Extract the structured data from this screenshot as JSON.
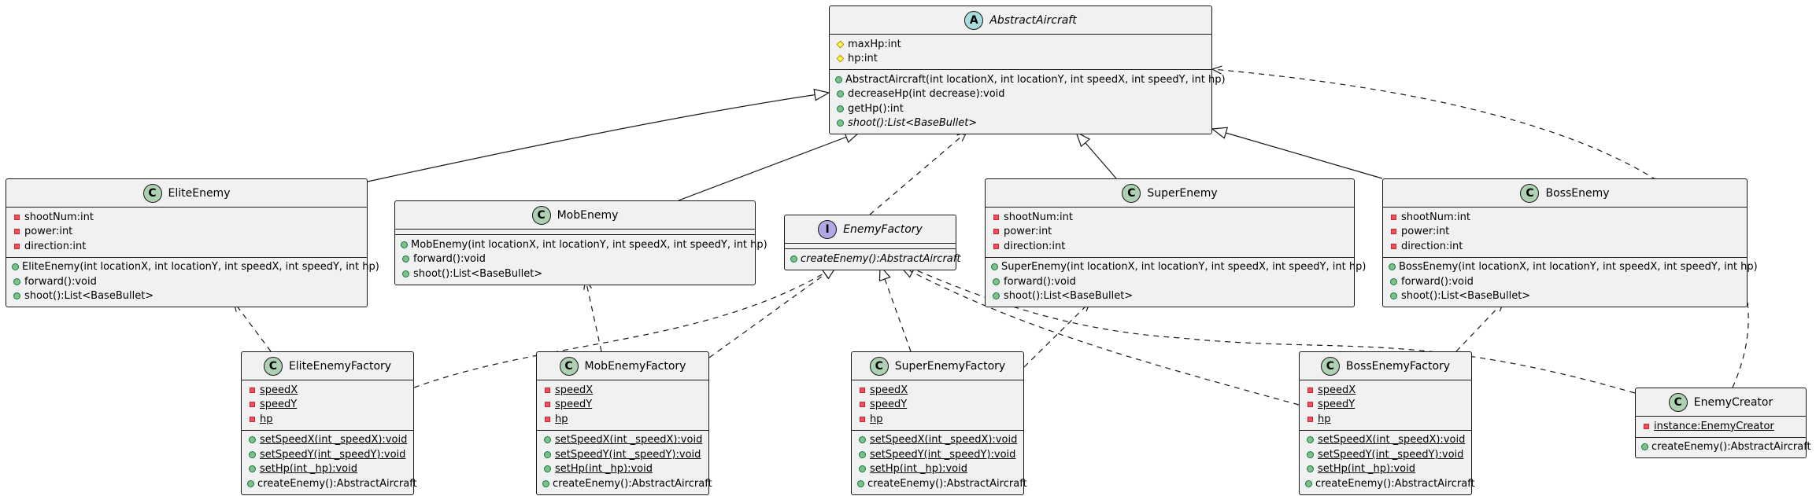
{
  "diagram": {
    "classes": {
      "abstract_aircraft": {
        "name": "AbstractAircraft",
        "kind": "A",
        "fields": [
          {
            "vis": "#",
            "text": "maxHp:int"
          },
          {
            "vis": "#",
            "text": "hp:int"
          }
        ],
        "methods": [
          {
            "vis": "+",
            "text": "AbstractAircraft(int locationX, int locationY, int speedX, int speedY, int hp)"
          },
          {
            "vis": "+",
            "text": "decreaseHp(int decrease):void"
          },
          {
            "vis": "+",
            "text": "getHp():int"
          },
          {
            "vis": "+",
            "text": "shoot():List<BaseBullet>",
            "italic": true
          }
        ]
      },
      "elite_enemy": {
        "name": "EliteEnemy",
        "kind": "C",
        "fields": [
          {
            "vis": "-",
            "text": "shootNum:int"
          },
          {
            "vis": "-",
            "text": "power:int"
          },
          {
            "vis": "-",
            "text": "direction:int"
          }
        ],
        "methods": [
          {
            "vis": "+",
            "text": "EliteEnemy(int locationX, int locationY, int speedX, int speedY, int hp)"
          },
          {
            "vis": "+",
            "text": "forward():void"
          },
          {
            "vis": "+",
            "text": "shoot():List<BaseBullet>"
          }
        ]
      },
      "mob_enemy": {
        "name": "MobEnemy",
        "kind": "C",
        "fields": [],
        "methods": [
          {
            "vis": "+",
            "text": "MobEnemy(int locationX, int locationY, int speedX, int speedY, int hp)"
          },
          {
            "vis": "+",
            "text": "forward():void"
          },
          {
            "vis": "+",
            "text": "shoot():List<BaseBullet>"
          }
        ]
      },
      "enemy_factory": {
        "name": "EnemyFactory",
        "kind": "I",
        "italic": true,
        "fields": [],
        "methods": [
          {
            "vis": "+",
            "text": "createEnemy():AbstractAircraft",
            "italic": true
          }
        ]
      },
      "super_enemy": {
        "name": "SuperEnemy",
        "kind": "C",
        "fields": [
          {
            "vis": "-",
            "text": "shootNum:int"
          },
          {
            "vis": "-",
            "text": "power:int"
          },
          {
            "vis": "-",
            "text": "direction:int"
          }
        ],
        "methods": [
          {
            "vis": "+",
            "text": "SuperEnemy(int locationX, int locationY, int speedX, int speedY, int hp)"
          },
          {
            "vis": "+",
            "text": "forward():void"
          },
          {
            "vis": "+",
            "text": "shoot():List<BaseBullet>"
          }
        ]
      },
      "boss_enemy": {
        "name": "BossEnemy",
        "kind": "C",
        "fields": [
          {
            "vis": "-",
            "text": "shootNum:int"
          },
          {
            "vis": "-",
            "text": "power:int"
          },
          {
            "vis": "-",
            "text": "direction:int"
          }
        ],
        "methods": [
          {
            "vis": "+",
            "text": "BossEnemy(int locationX, int locationY, int speedX, int speedY, int hp)"
          },
          {
            "vis": "+",
            "text": "forward():void"
          },
          {
            "vis": "+",
            "text": "shoot():List<BaseBullet>"
          }
        ]
      },
      "elite_enemy_factory": {
        "name": "EliteEnemyFactory",
        "kind": "C",
        "fields": [
          {
            "vis": "-",
            "text": "speedX",
            "ul": true
          },
          {
            "vis": "-",
            "text": "speedY",
            "ul": true
          },
          {
            "vis": "-",
            "text": "hp",
            "ul": true
          }
        ],
        "methods": [
          {
            "vis": "+",
            "text": "setSpeedX(int _speedX):void",
            "ul": true
          },
          {
            "vis": "+",
            "text": "setSpeedY(int _speedY):void",
            "ul": true
          },
          {
            "vis": "+",
            "text": "setHp(int _hp):void",
            "ul": true
          },
          {
            "vis": "+",
            "text": "createEnemy():AbstractAircraft"
          }
        ]
      },
      "mob_enemy_factory": {
        "name": "MobEnemyFactory",
        "kind": "C",
        "fields": [
          {
            "vis": "-",
            "text": "speedX",
            "ul": true
          },
          {
            "vis": "-",
            "text": "speedY",
            "ul": true
          },
          {
            "vis": "-",
            "text": "hp",
            "ul": true
          }
        ],
        "methods": [
          {
            "vis": "+",
            "text": "setSpeedX(int _speedX):void",
            "ul": true
          },
          {
            "vis": "+",
            "text": "setSpeedY(int _speedY):void",
            "ul": true
          },
          {
            "vis": "+",
            "text": "setHp(int _hp):void",
            "ul": true
          },
          {
            "vis": "+",
            "text": "createEnemy():AbstractAircraft"
          }
        ]
      },
      "super_enemy_factory": {
        "name": "SuperEnemyFactory",
        "kind": "C",
        "fields": [
          {
            "vis": "-",
            "text": "speedX",
            "ul": true
          },
          {
            "vis": "-",
            "text": "speedY",
            "ul": true
          },
          {
            "vis": "-",
            "text": "hp",
            "ul": true
          }
        ],
        "methods": [
          {
            "vis": "+",
            "text": "setSpeedX(int _speedX):void",
            "ul": true
          },
          {
            "vis": "+",
            "text": "setSpeedY(int _speedY):void",
            "ul": true
          },
          {
            "vis": "+",
            "text": "setHp(int _hp):void",
            "ul": true
          },
          {
            "vis": "+",
            "text": "createEnemy():AbstractAircraft"
          }
        ]
      },
      "boss_enemy_factory": {
        "name": "BossEnemyFactory",
        "kind": "C",
        "fields": [
          {
            "vis": "-",
            "text": "speedX",
            "ul": true
          },
          {
            "vis": "-",
            "text": "speedY",
            "ul": true
          },
          {
            "vis": "-",
            "text": "hp",
            "ul": true
          }
        ],
        "methods": [
          {
            "vis": "+",
            "text": "setSpeedX(int _speedX):void",
            "ul": true
          },
          {
            "vis": "+",
            "text": "setSpeedY(int _speedY):void",
            "ul": true
          },
          {
            "vis": "+",
            "text": "setHp(int _hp):void",
            "ul": true
          },
          {
            "vis": "+",
            "text": "createEnemy():AbstractAircraft"
          }
        ]
      },
      "enemy_creator": {
        "name": "EnemyCreator",
        "kind": "C",
        "fields": [
          {
            "vis": "-",
            "text": "instance:EnemyCreator",
            "ul": true
          }
        ],
        "methods": [
          {
            "vis": "+",
            "text": "createEnemy():AbstractAircraft"
          }
        ]
      }
    },
    "relations": [
      {
        "from": "elite_enemy",
        "to": "abstract_aircraft",
        "type": "extends"
      },
      {
        "from": "mob_enemy",
        "to": "abstract_aircraft",
        "type": "extends"
      },
      {
        "from": "super_enemy",
        "to": "abstract_aircraft",
        "type": "extends"
      },
      {
        "from": "boss_enemy",
        "to": "abstract_aircraft",
        "type": "extends"
      },
      {
        "from": "enemy_factory",
        "to": "abstract_aircraft",
        "type": "depends"
      },
      {
        "from": "enemy_creator",
        "to": "abstract_aircraft",
        "type": "depends"
      },
      {
        "from": "elite_enemy_factory",
        "to": "enemy_factory",
        "type": "implements"
      },
      {
        "from": "mob_enemy_factory",
        "to": "enemy_factory",
        "type": "implements"
      },
      {
        "from": "super_enemy_factory",
        "to": "enemy_factory",
        "type": "implements"
      },
      {
        "from": "boss_enemy_factory",
        "to": "enemy_factory",
        "type": "implements"
      },
      {
        "from": "enemy_creator",
        "to": "enemy_factory",
        "type": "depends"
      },
      {
        "from": "elite_enemy_factory",
        "to": "elite_enemy",
        "type": "depends"
      },
      {
        "from": "mob_enemy_factory",
        "to": "mob_enemy",
        "type": "depends"
      },
      {
        "from": "super_enemy_factory",
        "to": "super_enemy",
        "type": "depends"
      },
      {
        "from": "boss_enemy_factory",
        "to": "boss_enemy",
        "type": "depends"
      }
    ],
    "colors": {
      "box_fill": "#f1f1f1",
      "border": "#181818",
      "class_circle": "#add1b2",
      "abstract_circle": "#a9dcdf",
      "interface_circle": "#b4a7e5",
      "public_marker": "#84be84",
      "private_marker": "#f24d5c",
      "protected_marker": "#ffff44"
    }
  }
}
